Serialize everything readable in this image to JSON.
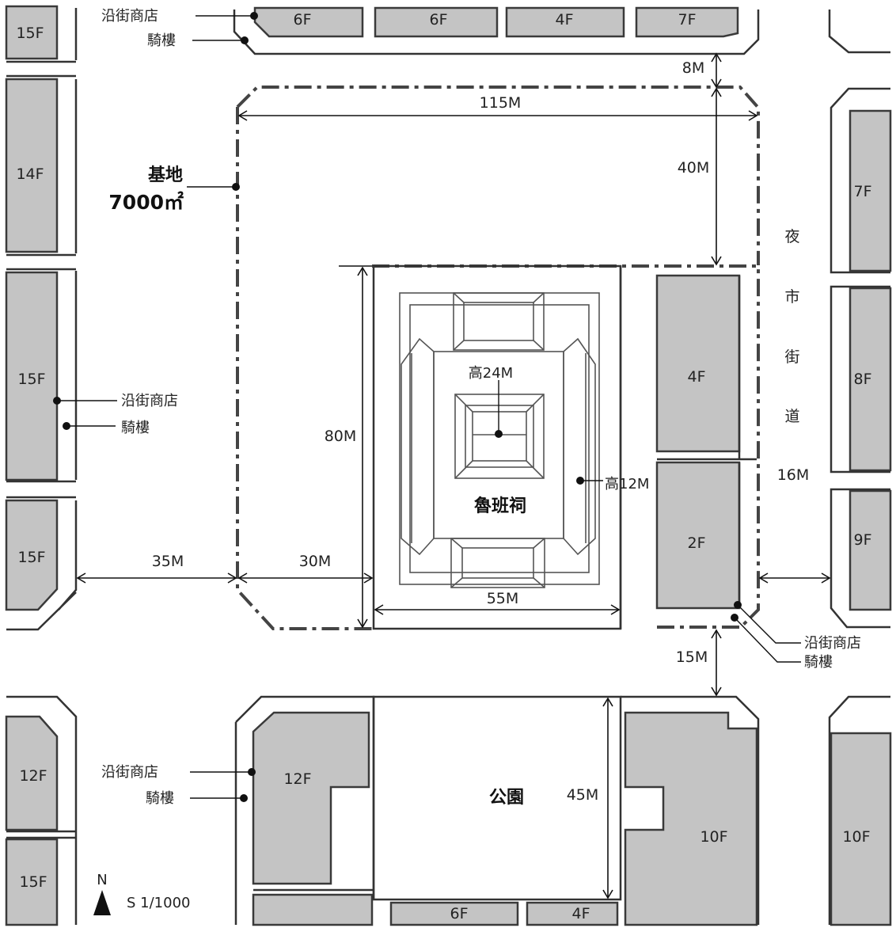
{
  "floors": {
    "top_a": "6F",
    "top_b": "6F",
    "top_c": "4F",
    "top_d": "7F",
    "left_1": "15F",
    "left_2": "14F",
    "left_3": "15F",
    "left_4": "15F",
    "right_1": "7F",
    "right_2": "8F",
    "right_3": "9F",
    "site_e1": "4F",
    "site_e2": "2F",
    "bottom_l1": "12F",
    "bottom_l2": "15F",
    "bottom_c": "12F",
    "bottom_r1": "10F",
    "bottom_r2": "10F",
    "bottom_s1": "6F",
    "bottom_s2": "4F"
  },
  "dims": {
    "d8": "8M",
    "d115": "115M",
    "d40": "40M",
    "d80": "80M",
    "d35": "35M",
    "d30": "30M",
    "d55": "55M",
    "d16": "16M",
    "d15": "15M",
    "d45": "45M"
  },
  "labels": {
    "site_name": "基地",
    "site_area": "7000㎡",
    "temple": "魯班祠",
    "temple_high_center": "高24M",
    "temple_high_side": "高12M",
    "park": "公園",
    "night_market": [
      "夜",
      "市",
      "街",
      "道"
    ],
    "shop": "沿街商店",
    "arcade": "騎樓",
    "north": "N",
    "scale": "S 1/1000"
  }
}
